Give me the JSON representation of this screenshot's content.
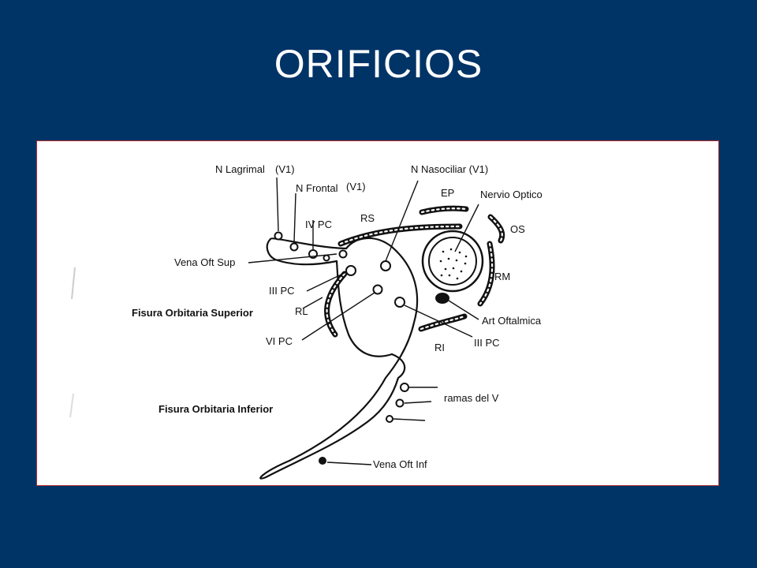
{
  "slide": {
    "title": "ORIFICIOS"
  },
  "diagram": {
    "labels": {
      "n_lagrimal": "N Lagrimal",
      "v1_lagrimal": "(V1)",
      "n_frontal": "N Frontal",
      "v1_frontal": "(V1)",
      "n_nasociliar": "N Nasociliar (V1)",
      "ep": "EP",
      "nervio_optico": "Nervio Optico",
      "os": "OS",
      "rs": "RS",
      "iv_pc": "IV PC",
      "vena_oft_sup": "Vena Oft Sup",
      "iii_pc_upper": "III PC",
      "rm": "RM",
      "rl": "RL",
      "fisura_superior": "Fisura Orbitaria Superior",
      "art_oftalmica": "Art Oftalmica",
      "vi_pc": "VI PC",
      "iii_pc_lower": "III PC",
      "ri": "RI",
      "ramas_del_v": "ramas del V",
      "fisura_inferior": "Fisura Orbitaria Inferior",
      "vena_oft_inf": "Vena Oft Inf"
    }
  }
}
